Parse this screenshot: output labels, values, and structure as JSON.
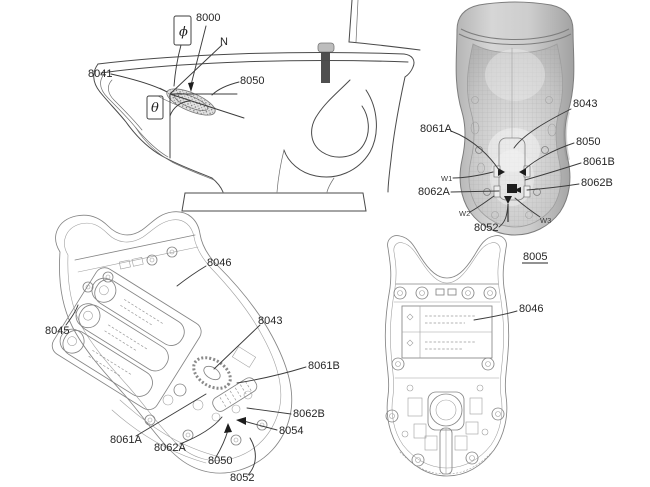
{
  "page": {
    "background": "#ffffff"
  },
  "colors": {
    "ink": "#4a4a4a",
    "sketch": "#858585",
    "shell_light": "#dcdcdc",
    "shell_mid": "#c2c2c2",
    "shell_dark": "#9b9b9b",
    "hardware_dark": "#1d1d1d"
  },
  "figures": {
    "side_view": {
      "labels": {
        "phi": "ϕ",
        "ref8000": "8000",
        "normal_axis": "N",
        "ref8041": "8041",
        "ref8050": "8050",
        "theta": "θ"
      }
    },
    "render_view": {
      "labels": {
        "ref8043": "8043",
        "ref8061A": "8061A",
        "ref8050": "8050",
        "ref8061B": "8061B",
        "ref8062B": "8062B",
        "ref8062A": "8062A",
        "w1": "W1",
        "w2": "W2",
        "w3": "W3",
        "ref8052": "8052"
      }
    },
    "interior_view": {
      "labels": {
        "ref8046": "8046",
        "ref8045": "8045",
        "ref8043": "8043",
        "ref8061B": "8061B",
        "ref8062B": "8062B",
        "ref8054": "8054",
        "ref8061A": "8061A",
        "ref8062A": "8062A",
        "ref8050": "8050",
        "ref8052": "8052"
      }
    },
    "bottom_view": {
      "labels": {
        "ref8005": "8005",
        "ref8046": "8046"
      }
    }
  }
}
